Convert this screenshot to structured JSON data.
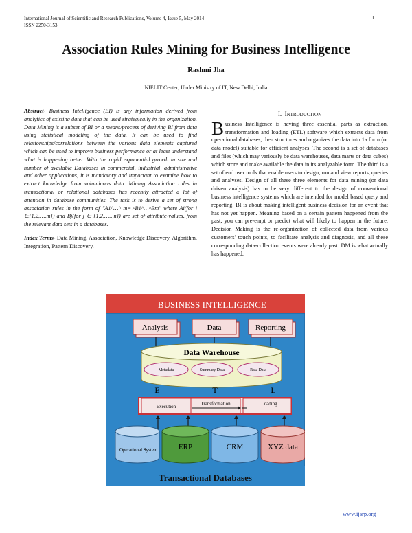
{
  "header": {
    "journal_line": "International Journal of Scientific and Research Publications, Volume 4, Issue 5, May 2014",
    "issn": "ISSN 2250-3153",
    "page_number": "1"
  },
  "title": "Association Rules Mining for Business Intelligence",
  "author": "Rashmi Jha",
  "affiliation": "NIELIT Center, Under Ministry of IT,  New Delhi, India",
  "abstract": {
    "label": "Abstract-",
    "text": " Business Intelligence (BI) is any information derived from analytics of existing data that can be used strategically in the organization. Data Mining is a subset of BI or a means/process of deriving BI from data using statistical modeling of the data. It can be used to find relationships/correlations between the various data elements captured which can be used to improve business performance or at least understand what is happening better. With the rapid exponential growth in size and number of available Databases in commercial, industrial, administrative and other applications, it is mandatory and important to examine how to extract knowledge from voluminous data. Mining Association rules in transactional or relational databases has recently attracted a lot of attention in database communities. The task is to derive a set of strong association rules in the form of \"A1^…^ m=>B1^…^Bm\" where Ai(for i ∈{1,2,….m}) and Bj(for j ∈ {1,2,…..,n}) are set of attribute-values, from the relevant data sets in a databases."
  },
  "index_terms": {
    "label": "Index Terms-",
    "text": " Data Mining, Association, Knowledge Discovery, Algorithm, Integration, Pattern Discovery."
  },
  "intro": {
    "heading_num": "I.",
    "heading_first": "I",
    "heading_rest": "NTRODUCTION",
    "dropcap": "B",
    "text": "usiness Intelligence is having three essential parts as extraction, transformation and loading (ETL) software which extracts data from operational databases, then structures and organizes the data into 1a form (or data model) suitable for efficient analyses. The second is a set of databases and files (which may variously be data warehouses, data marts or data cubes) which store and make available the data in its analyzable form. The third is a set of end user tools that enable users to design, run and view reports, queries and analyses. Design of all these three elements for data mining (or data driven analysis) has to be very different to the design of conventional business intelligence systems which are intended for model based query and reporting. BI is about making intelligent business decision for an event that has not yet happen. Meaning based on a certain pattern happened from the past,  you can pre-empt or predict what will likely to happen in the future. Decision Making is the re-organization of collected data from various customers' touch points, to facilitate analysis and diagnosis, and all these corresponding data-collection events were already past. DM is what actually has happened."
  },
  "figure": {
    "banner": "BUSINESS INTELLIGENCE",
    "top_boxes": [
      "Analysis",
      "Data",
      "Reporting"
    ],
    "warehouse_title": "Data Warehouse",
    "warehouse_items": [
      "Metadata",
      "Summary Data",
      "Raw Data"
    ],
    "etl_letters": [
      "E",
      "T",
      "L"
    ],
    "etl_steps": [
      "Execution",
      "Transformation",
      "Loading"
    ],
    "sources": [
      "Operational System",
      "ERP",
      "CRM",
      "XYZ data"
    ],
    "bottom_title": "Transactional Databases",
    "colors": {
      "banner": "#d9423b",
      "panel": "#2f86c8",
      "top_box_fill": "#f6dede",
      "warehouse_fill": "#f0f2c8",
      "pill_fill": "#f4e7ee",
      "etl_fill": "#f5e6e6",
      "etl_border": "#c8323a",
      "erp": "#4f9a3c",
      "crm": "#7fb7e6",
      "xyz": "#e9a9a6",
      "ops": "#9fc6ea"
    }
  },
  "footer": {
    "link": "www.ijsrp.org"
  }
}
